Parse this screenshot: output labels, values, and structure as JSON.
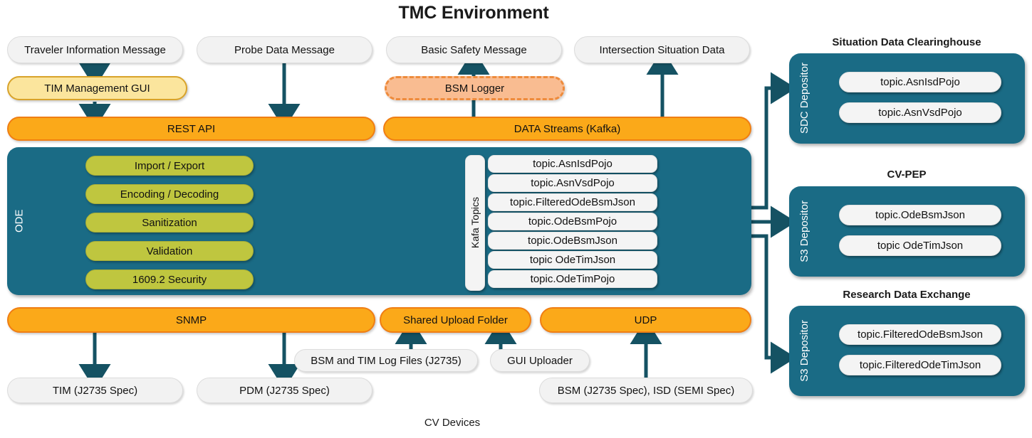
{
  "diagram": {
    "title": "TMC Environment",
    "bottom_caption": "CV Devices",
    "accent_teal": "#1A6B85",
    "accent_orange": "#FBA919",
    "accent_green": "#BFC63F",
    "accent_yellow": "#FBE59D",
    "accent_logger": "#F9BC91"
  },
  "messages": {
    "traveler": "Traveler Information Message",
    "probe": "Probe Data Message",
    "bsm": "Basic Safety Message",
    "isd": "Intersection Situation Data"
  },
  "middleware": {
    "tim_gui": "TIM Management GUI",
    "bsm_logger": "BSM Logger",
    "rest_api": "REST API",
    "data_streams": "DATA Streams (Kafka)"
  },
  "ode": {
    "label": "ODE",
    "modules": [
      "Import / Export",
      "Encoding / Decoding",
      "Sanitization",
      "Validation",
      "1609.2 Security"
    ],
    "kafka_label": "Kafa Topics",
    "topics": [
      "topic.AsnIsdPojo",
      "topic.AsnVsdPojo",
      "topic.FilteredOdeBsmJson",
      "topic.OdeBsmPojo",
      "topic.OdeBsmJson",
      "topic OdeTimJson",
      "topic.OdeTimPojo"
    ]
  },
  "transports": {
    "snmp": "SNMP",
    "shared_upload_folder": "Shared Upload Folder",
    "udp": "UDP"
  },
  "sources": {
    "log_files": "BSM and TIM Log Files (J2735)",
    "gui_uploader": "GUI Uploader",
    "tim_spec": "TIM (J2735 Spec)",
    "pdm_spec": "PDM (J2735 Spec)",
    "bsm_isd_spec": "BSM (J2735 Spec), ISD (SEMI Spec)"
  },
  "consumers": [
    {
      "title": "Situation Data Clearinghouse",
      "depositor": "SDC Depositor",
      "topics": [
        "topic.AsnIsdPojo",
        "topic.AsnVsdPojo"
      ]
    },
    {
      "title": "CV-PEP",
      "depositor": "S3 Depositor",
      "topics": [
        "topic.OdeBsmJson",
        "topic OdeTimJson"
      ]
    },
    {
      "title": "Research Data Exchange",
      "depositor": "S3 Depositor",
      "topics": [
        "topic.FilteredOdeBsmJson",
        "topic.FilteredOdeTimJson"
      ]
    }
  ]
}
